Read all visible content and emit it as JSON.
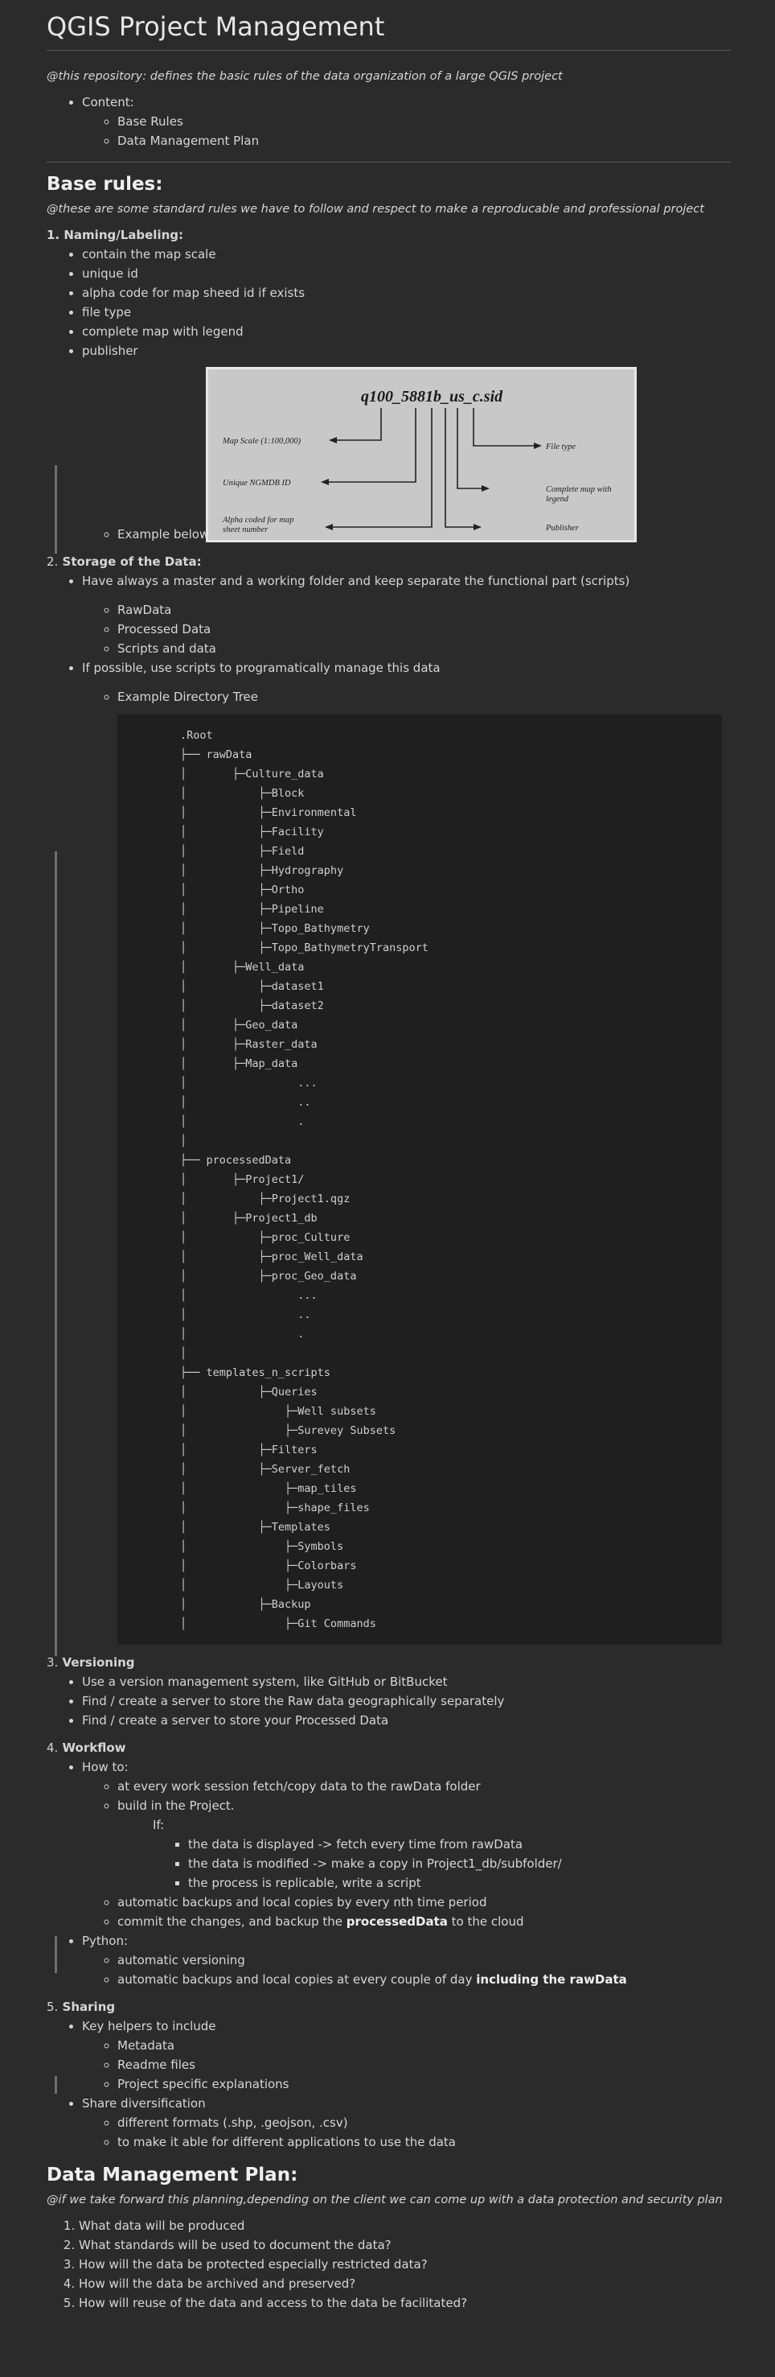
{
  "title": "QGIS Project Management",
  "intro": "@this repository: defines the basic rules of the data organization of a large QGIS project",
  "toc": {
    "label": "Content:",
    "items": [
      "Base Rules",
      "Data Management Plan"
    ]
  },
  "base_rules": {
    "heading": "Base rules:",
    "subtitle": "@these are some standard rules we have to follow and respect to make a reproducable and professional project",
    "naming": {
      "num": "1.",
      "title": "Naming/Labeling:",
      "items": [
        "contain the map scale",
        "unique id",
        "alpha code for map sheed id if exists",
        "file type",
        "complete map with legend",
        "publisher"
      ],
      "example_label": "Example below:",
      "image": {
        "filename": "q100_5881b_us_c.sid",
        "labels": [
          "Map Scale (1:100,000)",
          "Unique NGMDB ID",
          "Alpha coded for map",
          "sheet number",
          "File type",
          "Complete map with",
          "legend",
          "Publisher"
        ]
      }
    },
    "storage": {
      "num": "2.",
      "title": "Storage of the Data:",
      "item1": "Have always a master and a working folder and keep separate the functional part (scripts)",
      "sub1": [
        "RawData",
        "Processed Data",
        "Scripts and data"
      ],
      "item2": "If possible, use scripts to programatically manage this data",
      "sub2": [
        "Example Directory Tree"
      ],
      "tree": ".Root\n├── rawData\n│       ├─Culture_data\n│           ├─Block\n│           ├─Environmental\n│           ├─Facility\n│           ├─Field\n│           ├─Hydrography\n│           ├─Ortho\n│           ├─Pipeline\n│           ├─Topo_Bathymetry\n│           ├─Topo_BathymetryTransport\n│       ├─Well_data\n│           ├─dataset1\n│           ├─dataset2\n│       ├─Geo_data\n│       ├─Raster_data\n│       ├─Map_data\n│                 ...\n│                 ..\n│                 .\n│\n├── processedData\n│       ├─Project1/\n│           ├─Project1.qgz\n│       ├─Project1_db\n│           ├─proc_Culture\n│           ├─proc_Well_data\n│           ├─proc_Geo_data\n│                 ...\n│                 ..\n│                 .\n│\n├── templates_n_scripts\n│           ├─Queries\n│               ├─Well subsets\n│               ├─Surevey Subsets\n│           ├─Filters\n│           ├─Server_fetch\n│               ├─map_tiles\n│               ├─shape_files\n│           ├─Templates\n│               ├─Symbols\n│               ├─Colorbars\n│               ├─Layouts\n│           ├─Backup\n│               ├─Git Commands"
    },
    "versioning": {
      "num": "3.",
      "title": "Versioning",
      "items": [
        "Use a version management system, like GitHub or BitBucket",
        "Find / create a server to store the Raw data geographically separately",
        "Find / create a server to store your Processed Data"
      ]
    },
    "workflow": {
      "num": "4.",
      "title": "Workflow",
      "howto": "How to:",
      "howto_items": [
        "at every work session fetch/copy data to the rawData folder",
        "build in the Project."
      ],
      "if_label": "If:",
      "if_items": [
        "the data is displayed -> fetch every time from rawData",
        "the data is modified -> make a copy in Project1_db/subfolder/",
        "the process is replicable, write a script"
      ],
      "auto_backup": "automatic backups and local copies by every nth time period",
      "commit_pre": "commit the changes, and backup the ",
      "commit_bold": "processedData",
      "commit_post": " to the cloud",
      "python": "Python:",
      "py_versioning": "automatic versioning",
      "py_backup_pre": "automatic backups and local copies at every couple of day ",
      "py_backup_bold": "including the rawData"
    },
    "sharing": {
      "num": "5.",
      "title": "Sharing",
      "key": "Key helpers to include",
      "key_items": [
        "Metadata",
        "Readme files",
        "Project specific explanations"
      ],
      "share": "Share diversification",
      "share_items": [
        "different formats (.shp, .geojson, .csv)",
        "to make it able for different applications to use the data"
      ]
    }
  },
  "plan": {
    "heading": "Data Management Plan:",
    "subtitle": "@if we take forward this planning,depending on the client we can come up with a data protection and security plan",
    "items": [
      "What data will be produced",
      "What standards will be used to document the data?",
      "How will the data be protected especially restricted data?",
      "How will the data be archived and preserved?",
      "How will reuse of the data and access to the data be facilitated?"
    ]
  }
}
